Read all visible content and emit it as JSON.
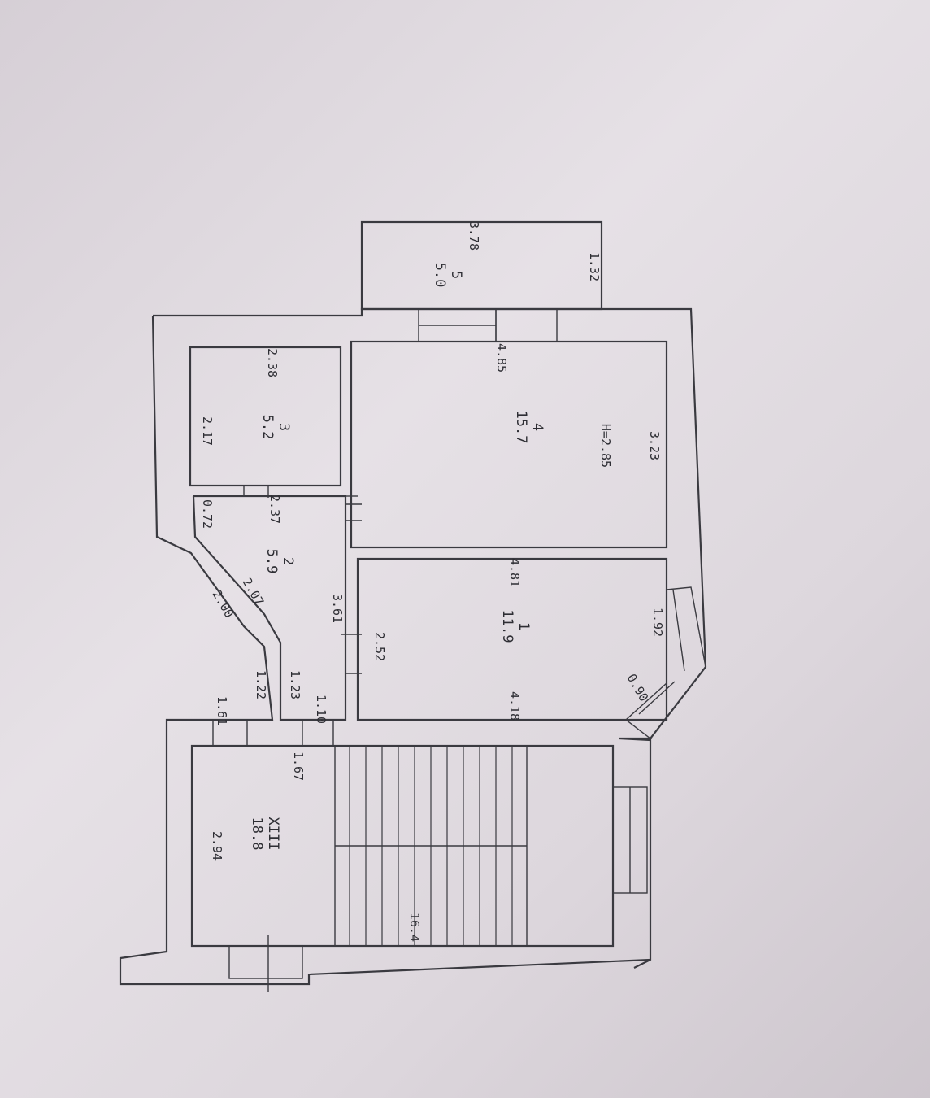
{
  "rooms": [
    {
      "number": "1",
      "area": "11.9"
    },
    {
      "number": "2",
      "area": "5.9"
    },
    {
      "number": "3",
      "area": "5.2"
    },
    {
      "number": "4",
      "area": "15.7"
    },
    {
      "number": "5",
      "area": "5.0"
    },
    {
      "number": "XIII",
      "area": "18.8"
    }
  ],
  "dimensions": {
    "d_4_18": "4.18",
    "d_4_81": "4.81",
    "d_1_92": "1.92",
    "d_0_90": "0.90",
    "d_2_52": "2.52",
    "d_3_61": "3.61",
    "d_2_37": "2.37",
    "d_0_72": "0.72",
    "d_2_00": "2.00",
    "d_2_07": "2.07",
    "d_1_22": "1.22",
    "d_1_23": "1.23",
    "d_1_10": "1.10",
    "d_1_61": "1.61",
    "d_1_67": "1.67",
    "d_2_94": "2.94",
    "d_2_17": "2.17",
    "d_2_38": "2.38",
    "d_4_85": "4.85",
    "d_3_23": "3.23",
    "d_3_78": "3.78",
    "d_1_32": "1.32",
    "d_ceiling": "H=2.85",
    "d_stair": "16.4"
  }
}
